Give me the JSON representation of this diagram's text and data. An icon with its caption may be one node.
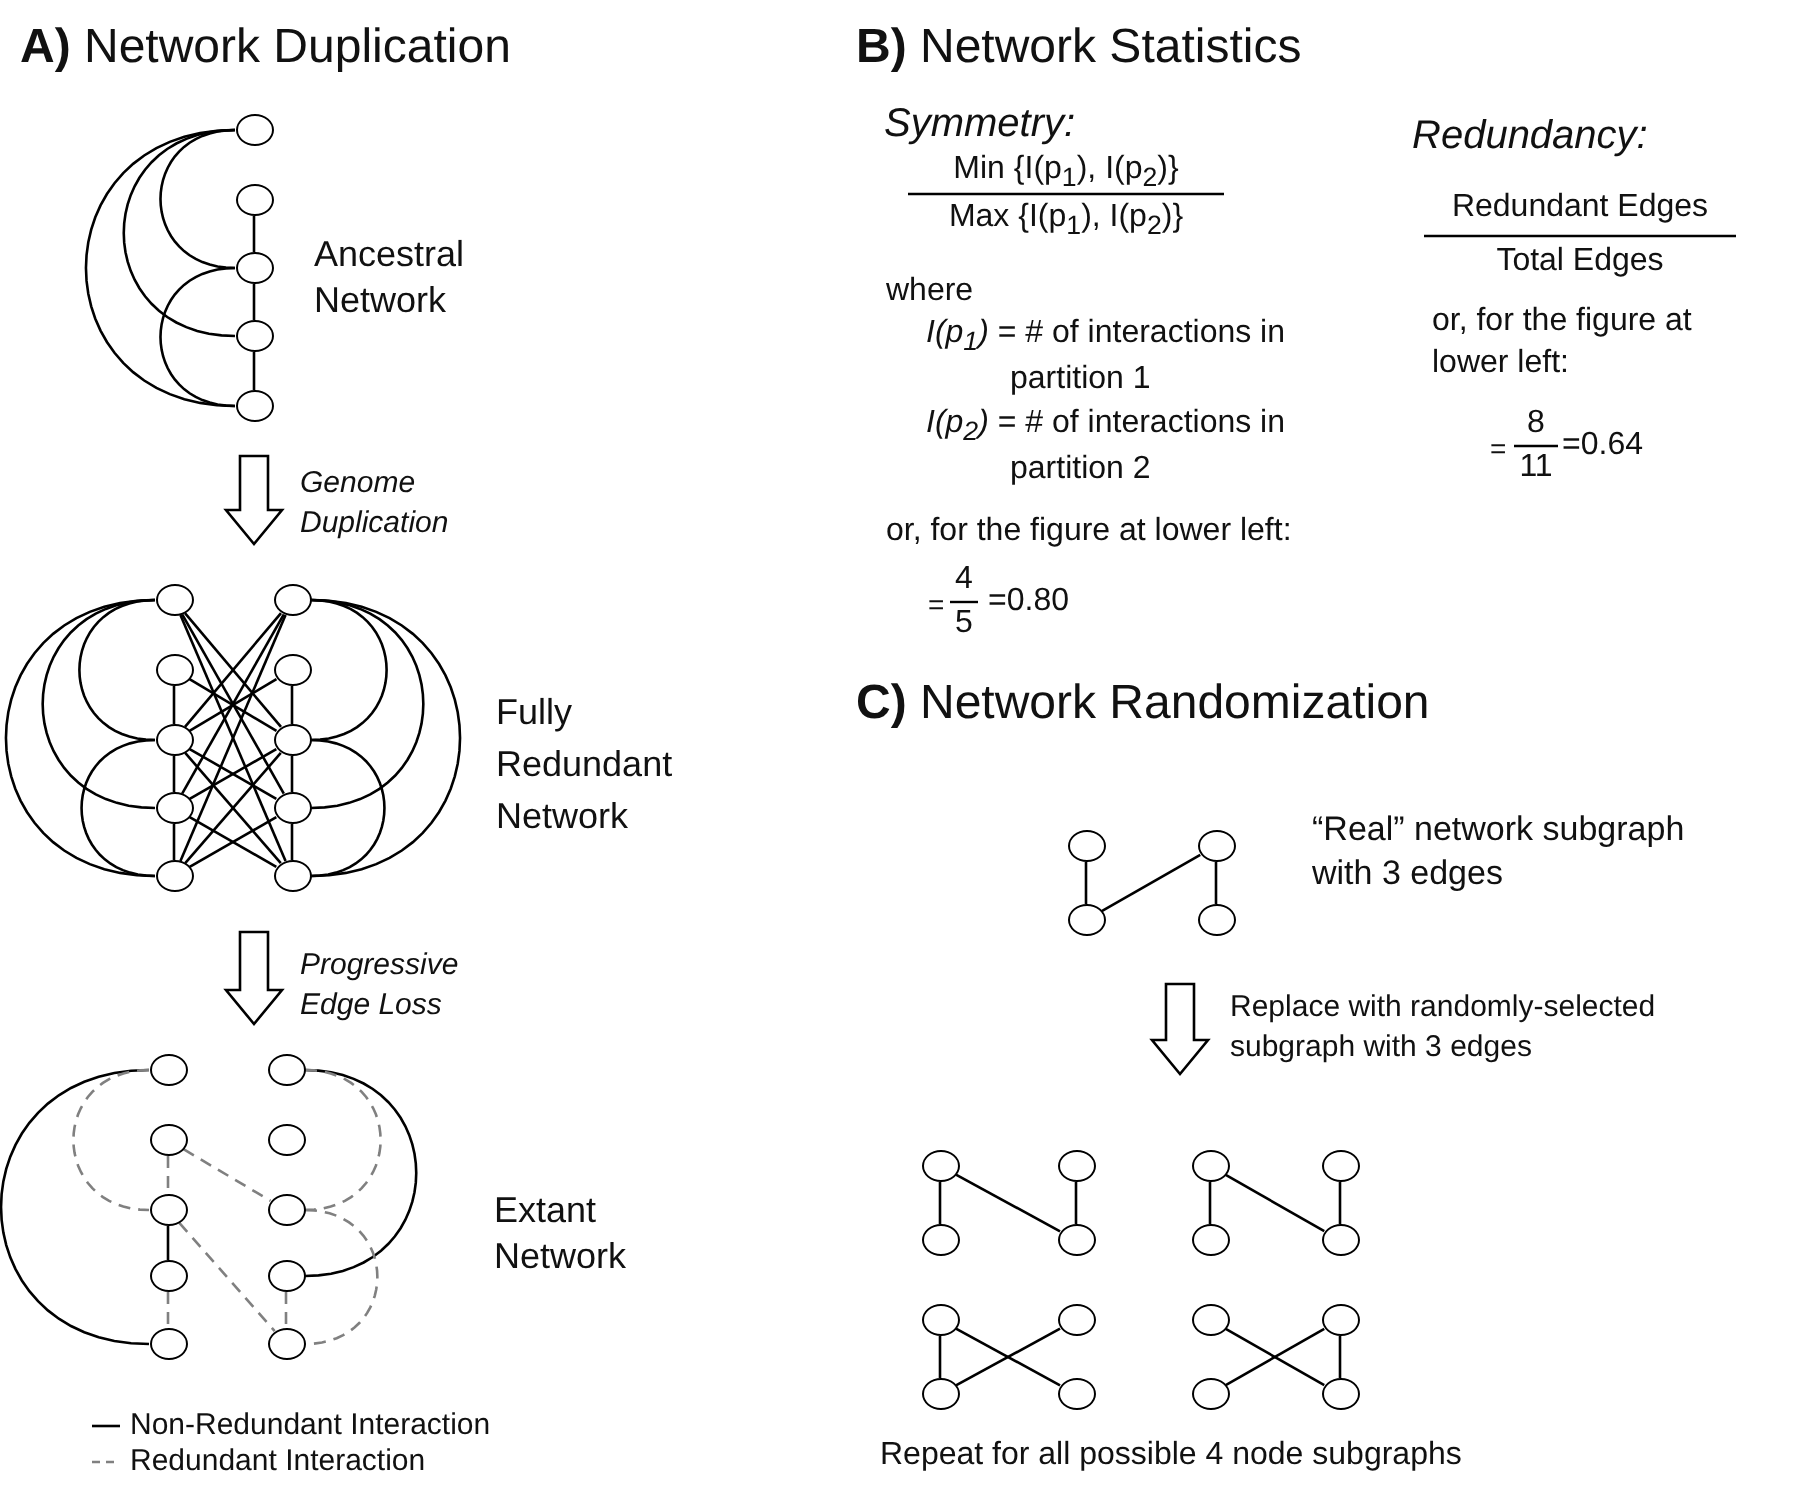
{
  "diagram": {
    "nodes": [
      {
        "text": [
          "Ancestral Network"
        ]
      },
      {
        "text": [],
        "shape": "circle",
        "in": 0
      },
      {
        "text": [],
        "shape": "circle",
        "in": 0
      },
      {
        "text": [],
        "shape": "circle",
        "in": 0
      },
      {
        "text": [],
        "shape": "circle",
        "in": 0
      },
      {
        "text": [],
        "shape": "circle",
        "in": 0
      },
      {
        "text": [
          "Fully Redundant Network"
        ]
      },
      {
        "text": [],
        "shape": "circle",
        "in": 6
      },
      {
        "text": [],
        "shape": "circle",
        "in": 6
      },
      {
        "text": [],
        "shape": "circle",
        "in": 6
      },
      {
        "text": [],
        "shape": "circle",
        "in": 6
      },
      {
        "text": [],
        "shape": "circle",
        "in": 6
      },
      {
        "text": [],
        "shape": "circle",
        "in": 6
      },
      {
        "text": [],
        "shape": "circle",
        "in": 6
      },
      {
        "text": [],
        "shape": "circle",
        "in": 6
      },
      {
        "text": [],
        "shape": "circle",
        "in": 6
      },
      {
        "text": [],
        "shape": "circle",
        "in": 6
      },
      {
        "text": [
          "Extant Network"
        ]
      },
      {
        "text": [],
        "shape": "circle",
        "in": 17
      },
      {
        "text": [],
        "shape": "circle",
        "in": 17
      },
      {
        "text": [],
        "shape": "circle",
        "in": 17
      },
      {
        "text": [],
        "shape": "circle",
        "in": 17
      },
      {
        "text": [],
        "shape": "circle",
        "in": 17
      },
      {
        "text": [],
        "shape": "circle",
        "in": 17
      },
      {
        "text": [],
        "shape": "circle",
        "in": 17
      },
      {
        "text": [],
        "shape": "circle",
        "in": 17
      },
      {
        "text": [],
        "shape": "circle",
        "in": 17
      },
      {
        "text": [],
        "shape": "circle",
        "in": 17
      },
      {
        "text": [
          "“Real” network subgraph with 3 edges"
        ]
      },
      {
        "text": [],
        "shape": "circle",
        "in": 28
      },
      {
        "text": [],
        "shape": "circle",
        "in": 28
      },
      {
        "text": [],
        "shape": "circle",
        "in": 28
      },
      {
        "text": [],
        "shape": "circle",
        "in": 28
      },
      {
        "text": [
          "Repeat for all possible 4 node subgraphs"
        ]
      },
      {
        "text": [],
        "shape": "circle",
        "in": 33
      },
      {
        "text": [],
        "shape": "circle",
        "in": 33
      },
      {
        "text": [],
        "shape": "circle",
        "in": 33
      },
      {
        "text": [],
        "shape": "circle",
        "in": 33
      },
      {
        "text": [],
        "shape": "circle",
        "in": 33
      },
      {
        "text": [],
        "shape": "circle",
        "in": 33
      },
      {
        "text": [],
        "shape": "circle",
        "in": 33
      },
      {
        "text": [],
        "shape": "circle",
        "in": 33
      },
      {
        "text": [],
        "shape": "circle",
        "in": 33
      },
      {
        "text": [],
        "shape": "circle",
        "in": 33
      },
      {
        "text": [],
        "shape": "circle",
        "in": 33
      },
      {
        "text": [],
        "shape": "circle",
        "in": 33
      },
      {
        "text": [],
        "shape": "circle",
        "in": 33
      },
      {
        "text": [],
        "shape": "circle",
        "in": 33
      },
      {
        "text": [],
        "shape": "circle",
        "in": 33
      },
      {
        "text": [],
        "shape": "circle",
        "in": 33
      }
    ],
    "edges": [
      {
        "from": 2,
        "to": 3,
        "arrow": "none"
      },
      {
        "from": 3,
        "to": 4,
        "arrow": "none"
      },
      {
        "from": 4,
        "to": 5,
        "arrow": "none"
      },
      {
        "from": 1,
        "to": 3,
        "arrow": "none"
      },
      {
        "from": 1,
        "to": 4,
        "arrow": "none"
      },
      {
        "from": 1,
        "to": 5,
        "arrow": "none"
      },
      {
        "from": 3,
        "to": 5,
        "arrow": "none"
      },
      {
        "from": 8,
        "to": 9,
        "arrow": "none"
      },
      {
        "from": 9,
        "to": 10,
        "arrow": "none"
      },
      {
        "from": 10,
        "to": 11,
        "arrow": "none"
      },
      {
        "from": 7,
        "to": 9,
        "arrow": "none"
      },
      {
        "from": 7,
        "to": 10,
        "arrow": "none"
      },
      {
        "from": 7,
        "to": 11,
        "arrow": "none"
      },
      {
        "from": 9,
        "to": 11,
        "arrow": "none"
      },
      {
        "from": 13,
        "to": 14,
        "arrow": "none"
      },
      {
        "from": 14,
        "to": 15,
        "arrow": "none"
      },
      {
        "from": 15,
        "to": 16,
        "arrow": "none"
      },
      {
        "from": 12,
        "to": 14,
        "arrow": "none"
      },
      {
        "from": 12,
        "to": 15,
        "arrow": "none"
      },
      {
        "from": 12,
        "to": 16,
        "arrow": "none"
      },
      {
        "from": 14,
        "to": 16,
        "arrow": "none"
      },
      {
        "from": 8,
        "to": 14,
        "arrow": "none"
      },
      {
        "from": 9,
        "to": 13,
        "arrow": "none"
      },
      {
        "from": 9,
        "to": 15,
        "arrow": "none"
      },
      {
        "from": 10,
        "to": 14,
        "arrow": "none"
      },
      {
        "from": 10,
        "to": 16,
        "arrow": "none"
      },
      {
        "from": 11,
        "to": 15,
        "arrow": "none"
      },
      {
        "from": 7,
        "to": 14,
        "arrow": "none"
      },
      {
        "from": 9,
        "to": 12,
        "arrow": "none"
      },
      {
        "from": 7,
        "to": 15,
        "arrow": "none"
      },
      {
        "from": 10,
        "to": 12,
        "arrow": "none"
      },
      {
        "from": 7,
        "to": 16,
        "arrow": "none"
      },
      {
        "from": 11,
        "to": 12,
        "arrow": "none"
      },
      {
        "from": 9,
        "to": 16,
        "arrow": "none"
      },
      {
        "from": 11,
        "to": 14,
        "arrow": "none"
      },
      {
        "from": 18,
        "to": 22,
        "arrow": "none"
      },
      {
        "from": 23,
        "to": 26,
        "arrow": "none"
      },
      {
        "from": 20,
        "to": 21,
        "arrow": "none"
      },
      {
        "from": 18,
        "to": 20,
        "arrow": "none",
        "style": "dashed",
        "color": "#808080"
      },
      {
        "from": 19,
        "to": 20,
        "arrow": "none",
        "style": "dashed",
        "color": "#808080"
      },
      {
        "from": 21,
        "to": 22,
        "arrow": "none",
        "style": "dashed",
        "color": "#808080"
      },
      {
        "from": 19,
        "to": 25,
        "arrow": "none",
        "style": "dashed",
        "color": "#808080"
      },
      {
        "from": 20,
        "to": 27,
        "arrow": "none",
        "style": "dashed",
        "color": "#808080"
      },
      {
        "from": 23,
        "to": 25,
        "arrow": "none",
        "style": "dashed",
        "color": "#808080"
      },
      {
        "from": 25,
        "to": 27,
        "arrow": "none",
        "style": "dashed",
        "color": "#808080"
      },
      {
        "from": 26,
        "to": 27,
        "arrow": "none",
        "style": "dashed",
        "color": "#808080"
      },
      {
        "from": 29,
        "to": 31,
        "arrow": "none"
      },
      {
        "from": 31,
        "to": 30,
        "arrow": "none"
      },
      {
        "from": 30,
        "to": 32,
        "arrow": "none"
      },
      {
        "from": 34,
        "to": 36,
        "arrow": "none"
      },
      {
        "from": 34,
        "to": 37,
        "arrow": "none"
      },
      {
        "from": 35,
        "to": 37,
        "arrow": "none"
      },
      {
        "from": 38,
        "to": 40,
        "arrow": "none"
      },
      {
        "from": 38,
        "to": 41,
        "arrow": "none"
      },
      {
        "from": 39,
        "to": 41,
        "arrow": "none"
      },
      {
        "from": 42,
        "to": 44,
        "arrow": "none"
      },
      {
        "from": 42,
        "to": 45,
        "arrow": "none"
      },
      {
        "from": 44,
        "to": 43,
        "arrow": "none"
      },
      {
        "from": 46,
        "to": 49,
        "arrow": "none"
      },
      {
        "from": 48,
        "to": 47,
        "arrow": "none"
      },
      {
        "from": 47,
        "to": 49,
        "arrow": "none"
      },
      {
        "from": 0,
        "to": 6,
        "arrow": "to",
        "label": "Genome Duplication"
      },
      {
        "from": 6,
        "to": 17,
        "arrow": "to",
        "label": "Progressive Edge Loss"
      },
      {
        "from": 28,
        "to": 33,
        "arrow": "to",
        "label": "Replace with randomly-selected subgraph with 3 edges"
      }
    ],
    "labels": [
      "**A)** Network Duplication",
      "**B)** Network Statistics",
      "Symmetry:",
      "Min {I(p$_{1}$), I(p$_{2}$)}",
      "Max {I(p$_{1}$), I(p$_{2}$)}",
      "where",
      "*I(p$_{1}$)* = # of interactions in partition 1",
      "*I(p$_{2}$)* = # of interactions in partition 2",
      "or, for the figure at lower left:",
      "=",
      "4",
      "5",
      "=0.80",
      "Redundancy:",
      "Redundant Edges",
      "Total Edges",
      "or, for the figure at lower left:",
      "=",
      "8",
      "11",
      "=0.64",
      "**C)** Network Randomization"
    ],
    "legend": [
      {
        "text": "Non-Redundant Interaction"
      },
      {
        "text": "Redundant Interaction"
      }
    ]
  }
}
